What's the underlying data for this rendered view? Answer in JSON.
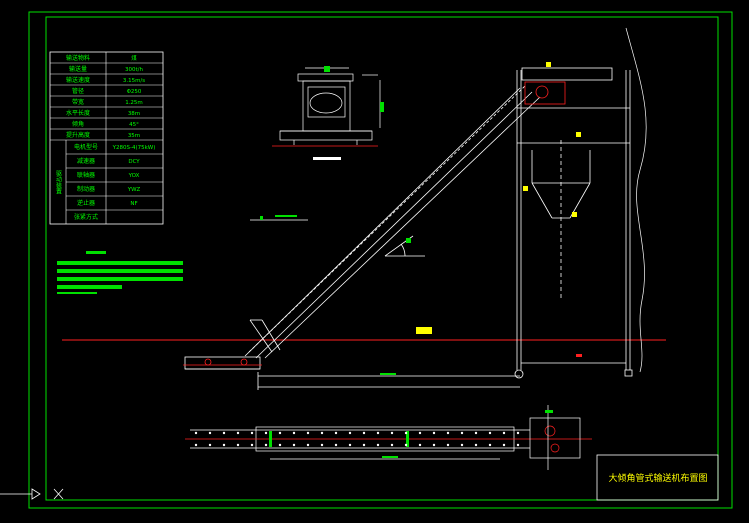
{
  "drawing": {
    "title": "大倾角管式输送机布置图"
  },
  "spec_table": {
    "rows": [
      {
        "label": "输送物料",
        "value": "煤"
      },
      {
        "label": "输送量",
        "value": "300t/h"
      },
      {
        "label": "输送速度",
        "value": "3.15m/s"
      },
      {
        "label": "管径",
        "value": "Φ250"
      },
      {
        "label": "带宽",
        "value": "1.25m"
      },
      {
        "label": "水平长度",
        "value": "38m"
      },
      {
        "label": "倾角",
        "value": "45°"
      },
      {
        "label": "提升高度",
        "value": "35m"
      }
    ],
    "group_label": "驱动装置",
    "group_rows": [
      {
        "label": "电机型号",
        "value": "Y280S-4(75kW)"
      },
      {
        "label": "减速器",
        "value": "DCY"
      },
      {
        "label": "联轴器",
        "value": "YOX"
      },
      {
        "label": "制动器",
        "value": "YWZ"
      },
      {
        "label": "逆止器",
        "value": "NF"
      },
      {
        "label": "张紧方式",
        "value": ""
      }
    ]
  },
  "colors": {
    "background": "#000000",
    "frame": "#00e000",
    "drawing": "#ffffff",
    "center_line": "#ff2020",
    "highlight": "#ffff00",
    "table_text": "#00ff00"
  }
}
